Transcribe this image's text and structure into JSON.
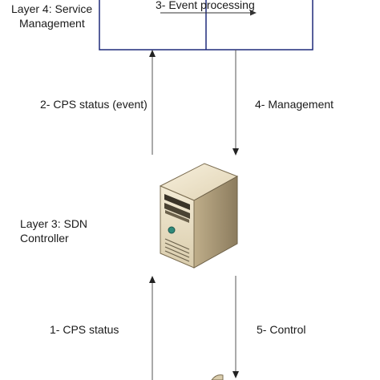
{
  "layer4": {
    "line1": "Layer 4: Service",
    "line2": "Management"
  },
  "layer3": {
    "line1": "Layer 3: SDN",
    "line2": "Controller"
  },
  "box": {
    "event_label": "3- Event processing",
    "border_color": "#1f2a7a"
  },
  "arrows": {
    "cps_status_event": "2- CPS status (event)",
    "management": "4- Management",
    "cps_status": "1- CPS status",
    "control": "5- Control"
  },
  "icons": {
    "controller": "server-tower-icon"
  }
}
